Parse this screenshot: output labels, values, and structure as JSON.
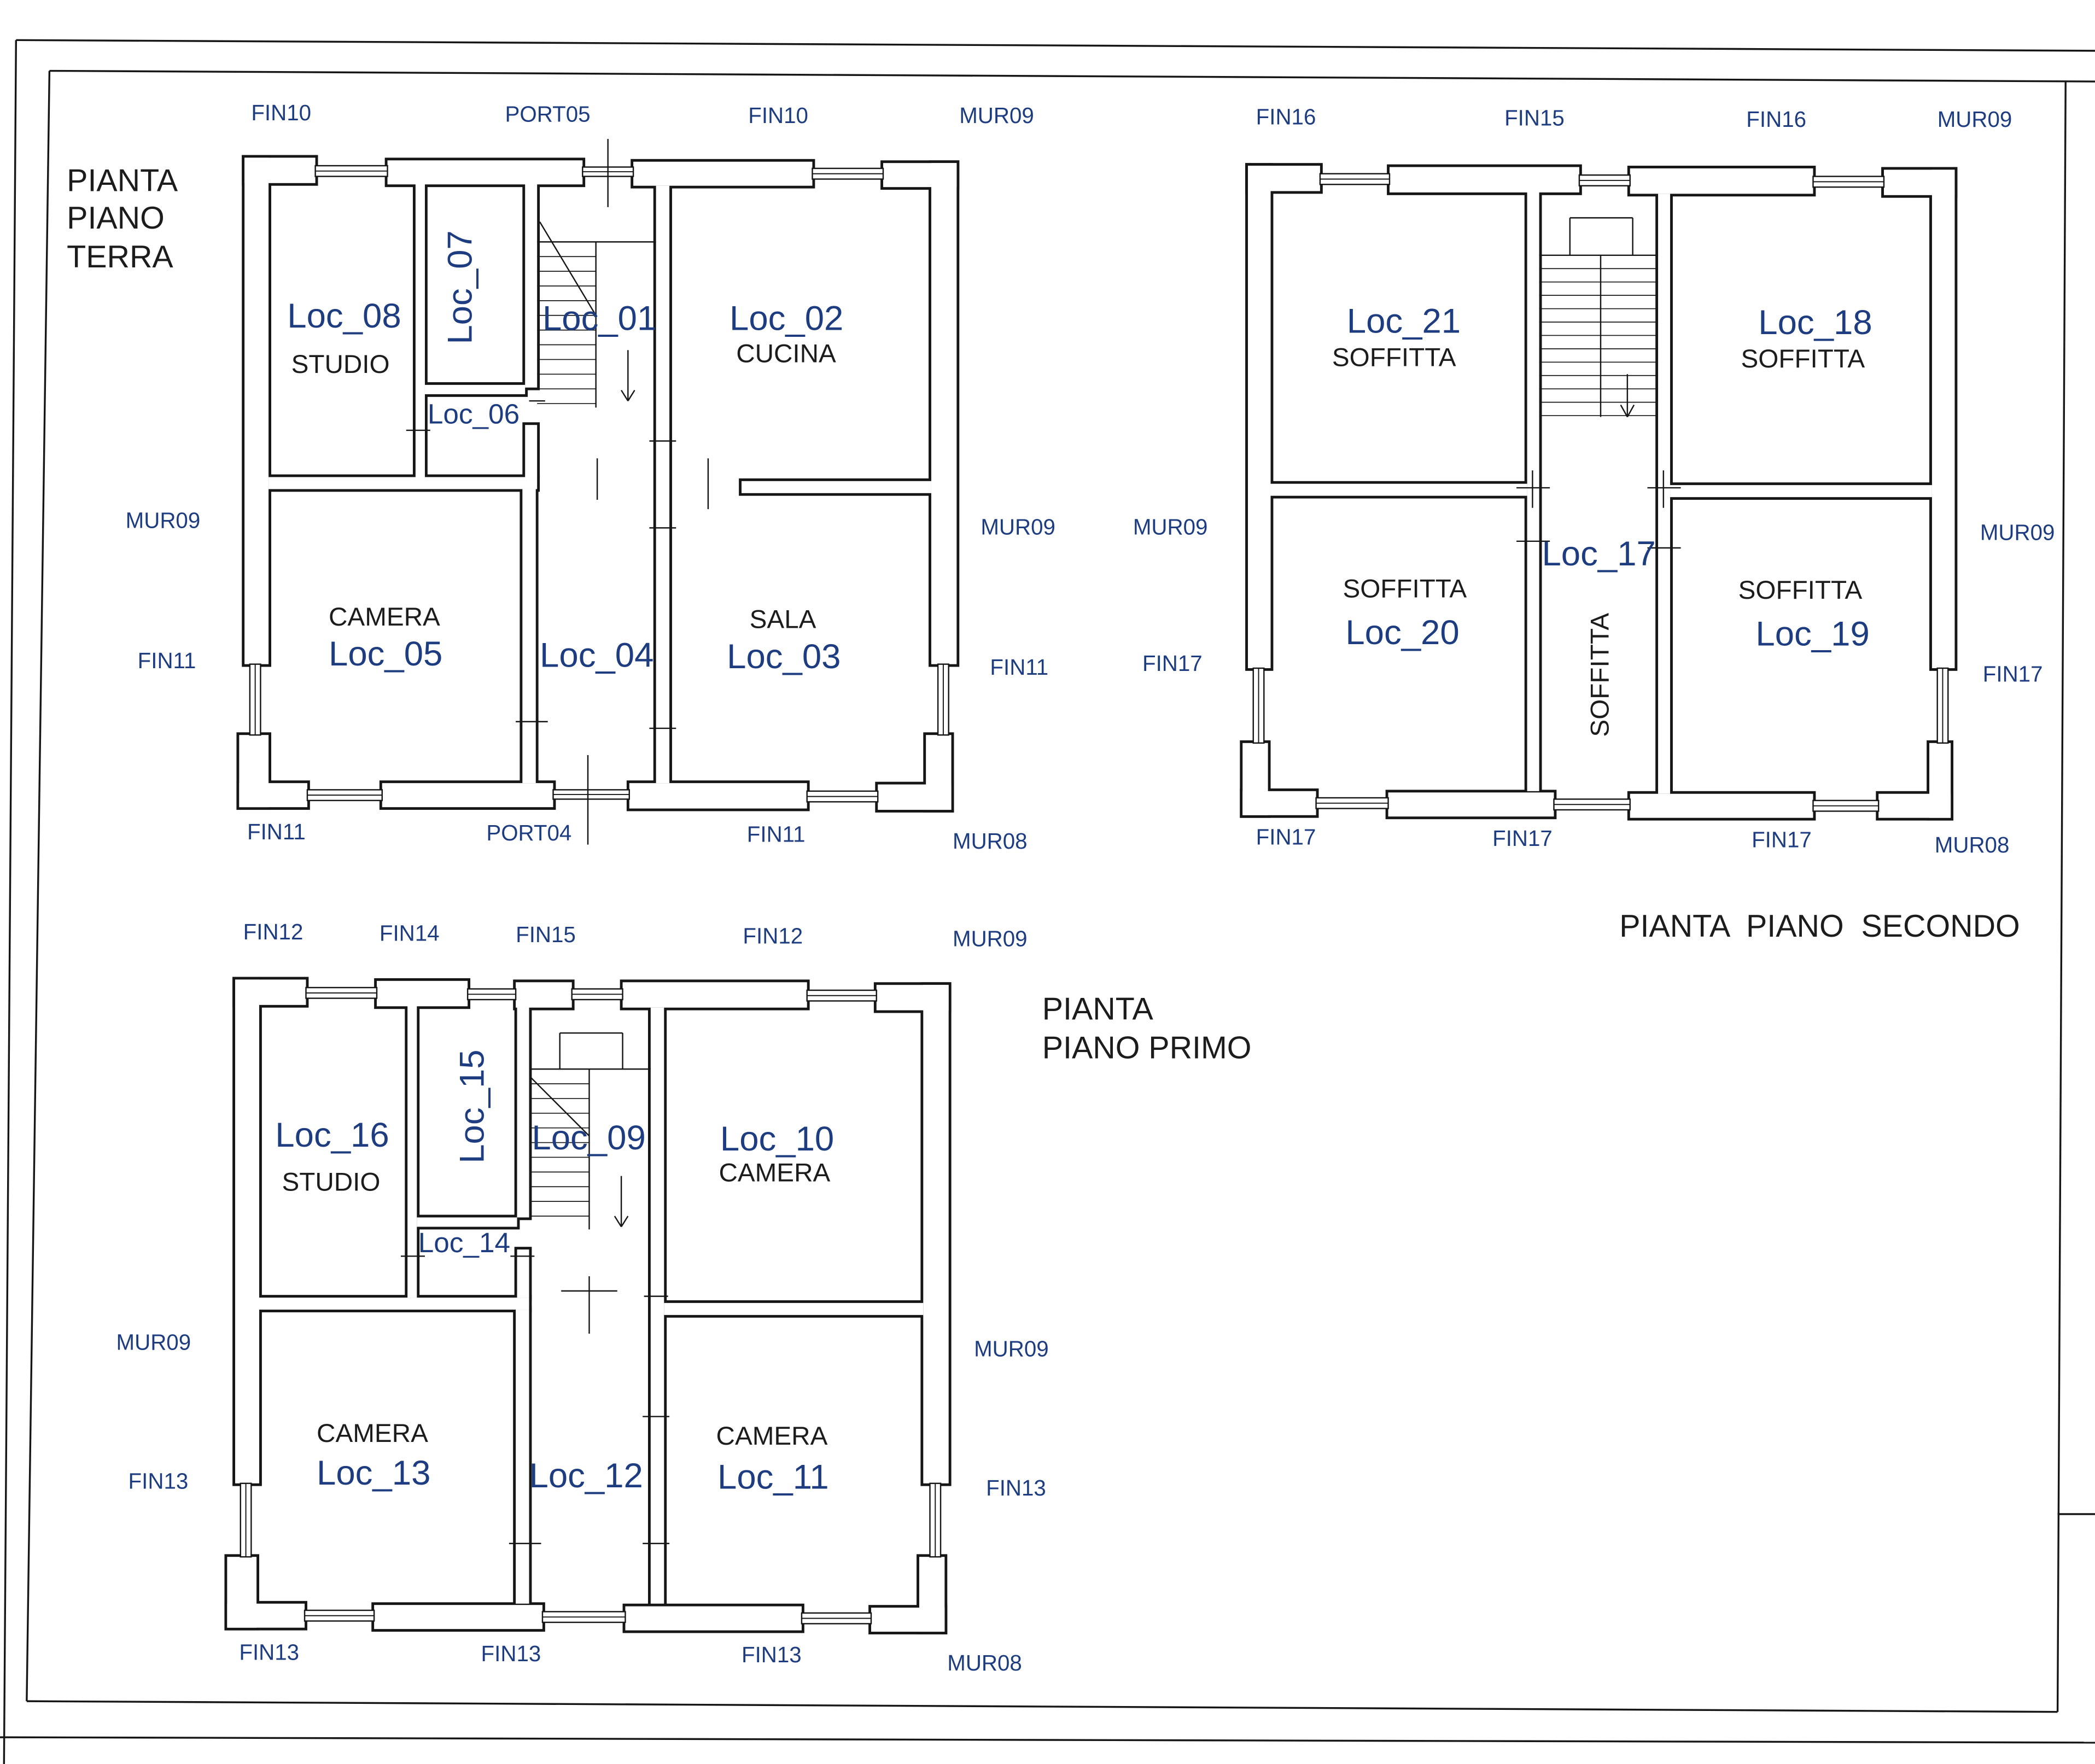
{
  "colors": {
    "label_blue": "#1d3d80",
    "text_dark": "#1c1c1c",
    "line": "#161616",
    "paper": "#ffffff"
  },
  "ground_floor": {
    "title_lines": [
      "PIANTA",
      "PIANO",
      "TERRA"
    ],
    "edge_labels": {
      "top": [
        "FIN10",
        "PORT05",
        "FIN10",
        "MUR09"
      ],
      "left": [
        "MUR09",
        "FIN11"
      ],
      "right": [
        "MUR09",
        "FIN11"
      ],
      "bottom": [
        "FIN11",
        "PORT04",
        "FIN11",
        "MUR08"
      ]
    },
    "rooms": [
      {
        "id": "Loc_08",
        "type": "STUDIO"
      },
      {
        "id": "Loc_07"
      },
      {
        "id": "Loc_01"
      },
      {
        "id": "Loc_02",
        "type": "CUCINA"
      },
      {
        "id": "Loc_06"
      },
      {
        "id": "Loc_05",
        "type": "CAMERA"
      },
      {
        "id": "Loc_04"
      },
      {
        "id": "Loc_03",
        "type": "SALA"
      }
    ]
  },
  "second_floor": {
    "title": "PIANTA  PIANO  SECONDO",
    "edge_labels": {
      "top": [
        "FIN16",
        "FIN15",
        "FIN16",
        "MUR09"
      ],
      "left": [
        "MUR09",
        "FIN17"
      ],
      "right": [
        "MUR09",
        "FIN17"
      ],
      "bottom": [
        "FIN17",
        "FIN17",
        "FIN17",
        "MUR08"
      ]
    },
    "rooms": [
      {
        "id": "Loc_21",
        "type": "SOFFITTA"
      },
      {
        "id": "Loc_18",
        "type": "SOFFITTA"
      },
      {
        "id": "Loc_17",
        "type": "SOFFITTA"
      },
      {
        "id": "Loc_20",
        "type": "SOFFITTA"
      },
      {
        "id": "Loc_19",
        "type": "SOFFITTA"
      }
    ]
  },
  "first_floor": {
    "title_lines": [
      "PIANTA",
      "PIANO PRIMO"
    ],
    "edge_labels": {
      "top": [
        "FIN12",
        "FIN14",
        "FIN15",
        "FIN12",
        "MUR09"
      ],
      "left": [
        "MUR09",
        "FIN13"
      ],
      "right": [
        "MUR09",
        "FIN13"
      ],
      "bottom": [
        "FIN13",
        "FIN13",
        "FIN13",
        "MUR08"
      ]
    },
    "rooms": [
      {
        "id": "Loc_16",
        "type": "STUDIO"
      },
      {
        "id": "Loc_15"
      },
      {
        "id": "Loc_09"
      },
      {
        "id": "Loc_10",
        "type": "CAMERA"
      },
      {
        "id": "Loc_14"
      },
      {
        "id": "Loc_13",
        "type": "CAMERA"
      },
      {
        "id": "Loc_12"
      },
      {
        "id": "Loc_11",
        "type": "CAMERA"
      }
    ]
  }
}
